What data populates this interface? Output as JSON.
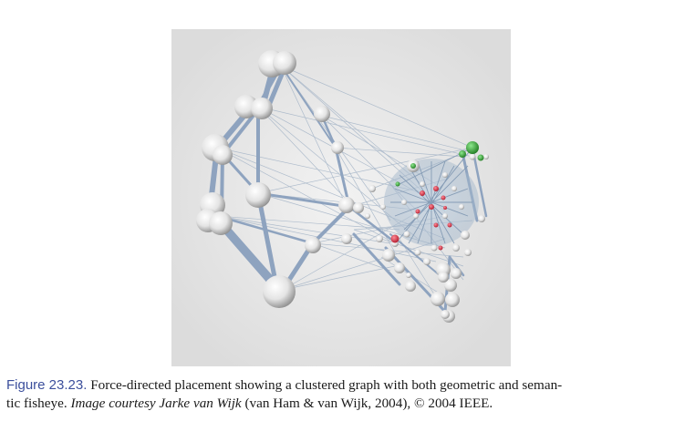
{
  "figure": {
    "label": "Figure 23.23.",
    "caption_part1": "Force-directed placement showing a clustered graph with both geometric and seman-",
    "caption_part2": "tic fisheye.",
    "credit": "Image courtesy Jarke van Wijk",
    "citation": "(van Ham & van Wijk, 2004), © 2004 IEEE.",
    "image_description": "graph-visualization",
    "colors": {
      "label": "#3c4f9c",
      "edge_thick": "#8ea3bf",
      "node": "#f2f2f2",
      "highlight_red": "#cf2b3c",
      "highlight_green": "#2e9b2e"
    }
  }
}
